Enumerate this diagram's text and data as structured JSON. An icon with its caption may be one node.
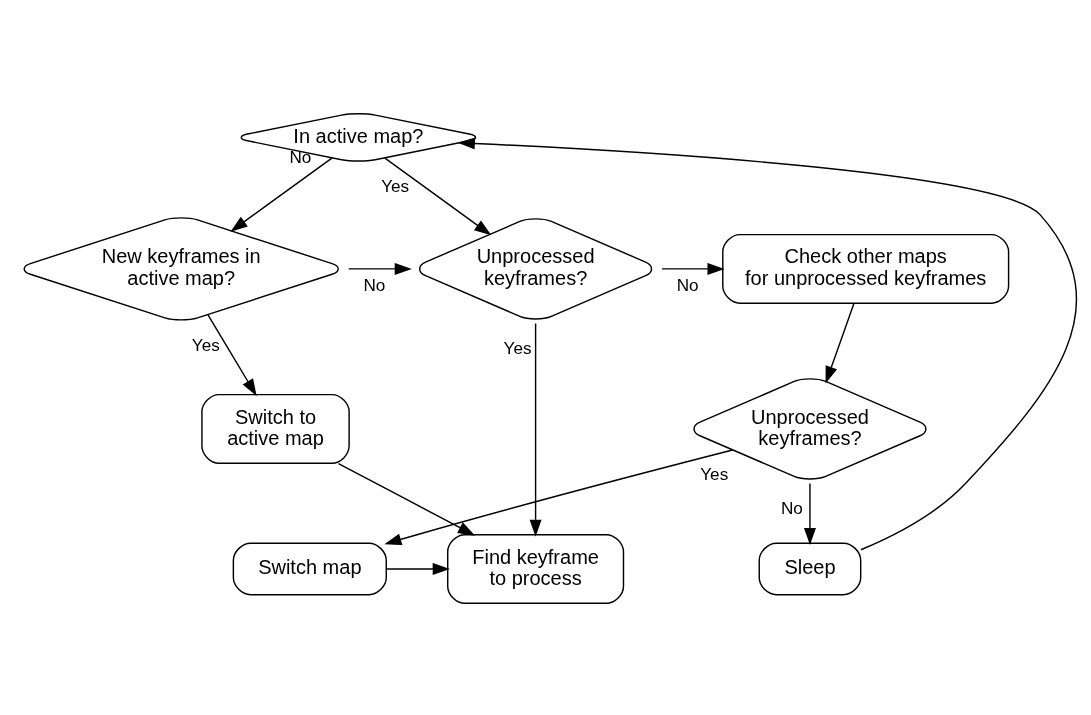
{
  "diagram": {
    "nodes": [
      {
        "text": [
          "In active map?"
        ]
      },
      {
        "text": [
          "Unprocessed keyframes?"
        ]
      },
      {
        "text": [
          "New keyframes in active map?"
        ]
      },
      {
        "text": [
          "Check other maps for unprocessed keyframes"
        ]
      },
      {
        "text": [
          "Unprocessed keyframes?"
        ]
      },
      {
        "text": [
          "Sleep"
        ]
      },
      {
        "text": [
          "Switch to active map"
        ]
      },
      {
        "text": [
          "Switch map"
        ]
      },
      {
        "text": [
          "Find keyframe to process"
        ]
      }
    ],
    "edges": [
      {
        "from": 0,
        "to": 1,
        "arrow": "to",
        "label": "Yes"
      },
      {
        "from": 0,
        "to": 2,
        "arrow": "to",
        "label": "No"
      },
      {
        "from": 2,
        "to": 1,
        "arrow": "to",
        "label": "No"
      },
      {
        "from": 2,
        "to": 6,
        "arrow": "to",
        "label": "Yes"
      },
      {
        "from": 1,
        "to": 3,
        "arrow": "to",
        "label": "No"
      },
      {
        "from": 1,
        "to": 8,
        "arrow": "to",
        "label": "Yes"
      },
      {
        "from": 3,
        "to": 4,
        "arrow": "to"
      },
      {
        "from": 4,
        "to": 5,
        "arrow": "to",
        "label": "No"
      },
      {
        "from": 4,
        "to": 7,
        "arrow": "to",
        "label": "Yes"
      },
      {
        "from": 5,
        "to": 0,
        "arrow": "to"
      },
      {
        "from": 7,
        "to": 8,
        "arrow": "to"
      },
      {
        "from": 6,
        "to": 8,
        "arrow": "to"
      }
    ]
  }
}
